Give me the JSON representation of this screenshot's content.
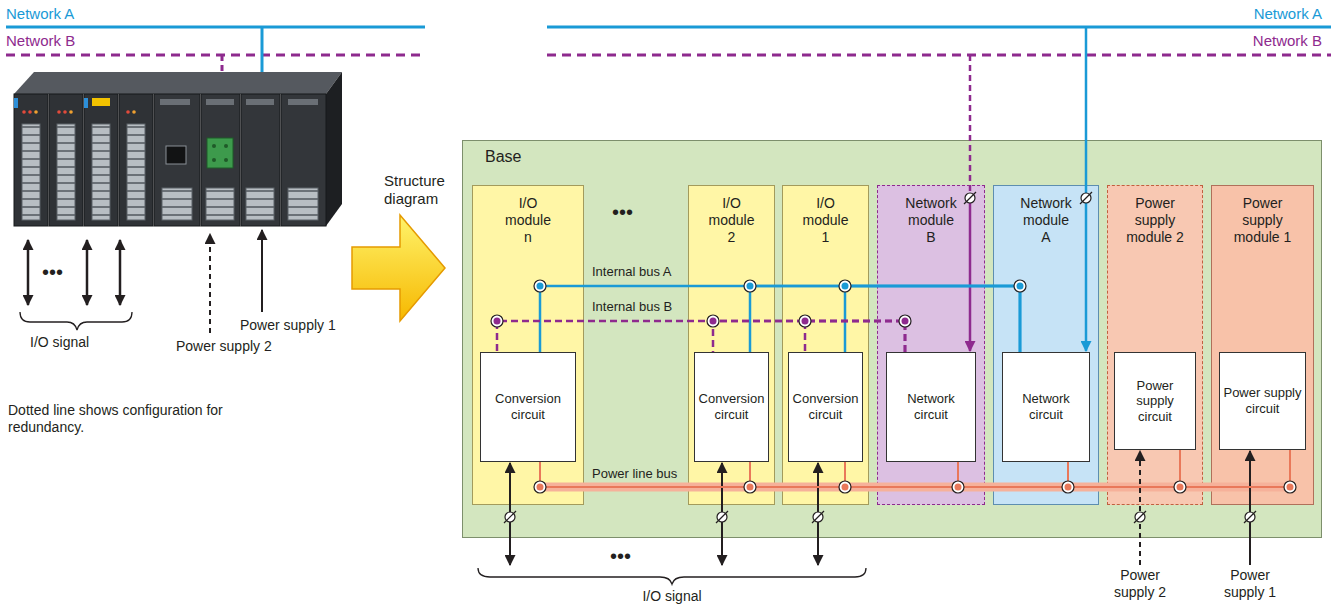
{
  "diagram": {
    "nodes": [
      {
        "text": [
          "Base"
        ]
      },
      {
        "text": [
          "I/O module n"
        ],
        "in": 0
      },
      {
        "text": [
          "Conversion circuit"
        ],
        "in": 1
      },
      {
        "text": [
          "I/O module 2"
        ],
        "in": 0
      },
      {
        "text": [
          "Conversion circuit"
        ],
        "in": 3
      },
      {
        "text": [
          "I/O module 1"
        ],
        "in": 0
      },
      {
        "text": [
          "Conversion circuit"
        ],
        "in": 5
      },
      {
        "text": [
          "Network module B"
        ],
        "in": 0
      },
      {
        "text": [
          "Network circuit"
        ],
        "in": 7
      },
      {
        "text": [
          "Network module A"
        ],
        "in": 0
      },
      {
        "text": [
          "Network circuit"
        ],
        "in": 9
      },
      {
        "text": [
          "Power supply module 2"
        ],
        "in": 0
      },
      {
        "text": [
          "Power supply circuit"
        ],
        "in": 11
      },
      {
        "text": [
          "Power supply module 1"
        ],
        "in": 0
      },
      {
        "text": [
          "Power supply circuit"
        ],
        "in": 13
      }
    ],
    "edges": [
      {
        "from": 10,
        "to": 2,
        "arrow": "none"
      },
      {
        "from": 10,
        "to": 4,
        "arrow": "none"
      },
      {
        "from": 10,
        "to": 6,
        "arrow": "none"
      },
      {
        "from": 8,
        "to": 2,
        "arrow": "none"
      },
      {
        "from": 8,
        "to": 4,
        "arrow": "none"
      },
      {
        "from": 8,
        "to": 6,
        "arrow": "none"
      },
      {
        "from": 14,
        "to": 2,
        "arrow": "none"
      },
      {
        "from": 14,
        "to": 4,
        "arrow": "none"
      },
      {
        "from": 14,
        "to": 6,
        "arrow": "none"
      },
      {
        "from": 14,
        "to": 8,
        "arrow": "none"
      },
      {
        "from": 14,
        "to": 10,
        "arrow": "none"
      },
      {
        "from": 14,
        "to": 12,
        "arrow": "none"
      },
      {
        "from": 12,
        "to": 2,
        "arrow": "none"
      },
      {
        "from": 12,
        "to": 4,
        "arrow": "none"
      },
      {
        "from": 12,
        "to": 6,
        "arrow": "none"
      },
      {
        "from": 12,
        "to": 8,
        "arrow": "none"
      },
      {
        "from": 12,
        "to": 10,
        "arrow": "none"
      }
    ],
    "labels": [
      "Network A",
      "Network B",
      "Network A",
      "Network B",
      "Structure diagram",
      "I/O signal",
      "Power supply 2",
      "Power supply 1",
      "Dotted line shows configuration for redundancy.",
      "•••",
      "•••",
      "Internal bus A",
      "Internal bus B",
      "Power line bus",
      "•••",
      "I/O signal",
      "Power supply 2",
      "Power supply 1"
    ]
  }
}
